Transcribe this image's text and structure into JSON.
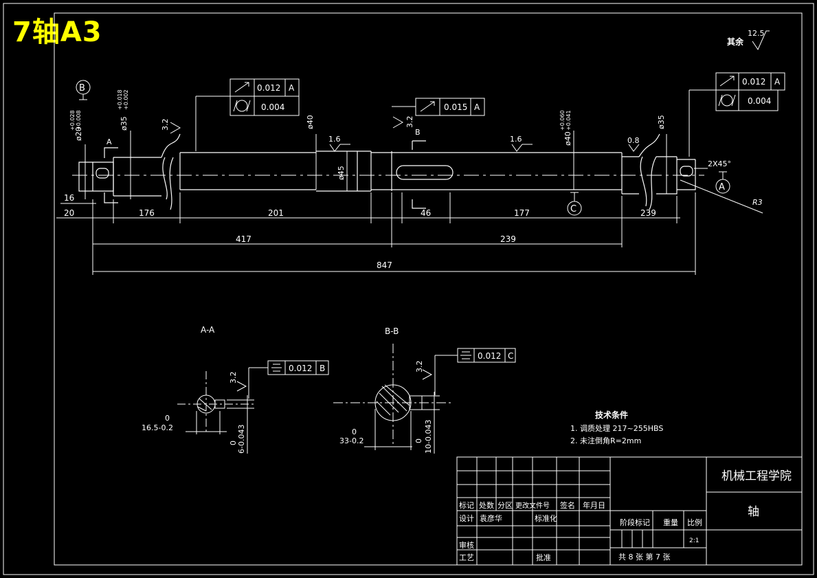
{
  "title": "7轴A3",
  "surface_finish": {
    "rest_label": "其余",
    "rest_value": "12.5",
    "r1": "3.2",
    "r2": "3.2",
    "r3": "1.6",
    "r4": "1.6",
    "r5": "0.8",
    "r6": "3.2",
    "r7": "3.2"
  },
  "datums": {
    "a": "A",
    "b": "B",
    "c": "C"
  },
  "tolerance_frames": {
    "left_runout": "0.012",
    "left_runout_datum": "A",
    "left_cyl": "0.004",
    "mid_runout": "0.015",
    "mid_runout_datum": "A",
    "right_runout": "0.012",
    "right_runout_datum": "A",
    "right_cyl": "0.004",
    "aa_sym": "0.012",
    "aa_sym_datum": "B",
    "bb_sym": "0.012",
    "bb_sym_datum": "C"
  },
  "diameters": {
    "d20": "ø20",
    "d20_tol_up": "+0.028",
    "d20_tol_low": "+0.008",
    "d35a": "ø35",
    "d35a_tol_up": "+0.018",
    "d35a_tol_low": "+0.002",
    "d40": "ø40",
    "d45": "ø45",
    "d40b": "ø40",
    "d40b_tol_up": "+0.060",
    "d40b_tol_low": "+0.041",
    "d35b": "ø35"
  },
  "dimensions": {
    "l16": "16",
    "l20": "20",
    "l176": "176",
    "l201": "201",
    "l46": "46",
    "l177": "177",
    "l239a": "239",
    "l417": "417",
    "l239b": "239",
    "l847": "847",
    "chamfer": "2X45°",
    "radius": "R3"
  },
  "section_marks": {
    "a": "A",
    "b": "B"
  },
  "sections": {
    "aa_title": "A-A",
    "aa_w_tol_up": "0",
    "aa_w_tol": "16.5-0.2",
    "aa_h_tol_up": "0",
    "aa_h_tol": "6-0.043",
    "bb_title": "B-B",
    "bb_w_tol_up": "0",
    "bb_w_tol": "33-0.2",
    "bb_h_tol_up": "0",
    "bb_h_tol": "10-0.043"
  },
  "tech_req": {
    "title": "技术条件",
    "line1": "1. 调质处理 217~255HBS",
    "line2": "2. 未注倒角R=2mm"
  },
  "title_block": {
    "school": "机械工程学院",
    "part_name": "轴",
    "h_mark": "标记",
    "h_count": "处数",
    "h_zone": "分区",
    "h_doc": "更改文件号",
    "h_sign": "签名",
    "h_date": "年月日",
    "design": "设计",
    "designer": "袁彦华",
    "standard": "标准化",
    "review": "审核",
    "process": "工艺",
    "approve": "批准",
    "stage": "阶段标记",
    "weight": "重量",
    "scale": "比例",
    "scale_val": "2:1",
    "sheets": "共 8 张 第 7 张"
  }
}
